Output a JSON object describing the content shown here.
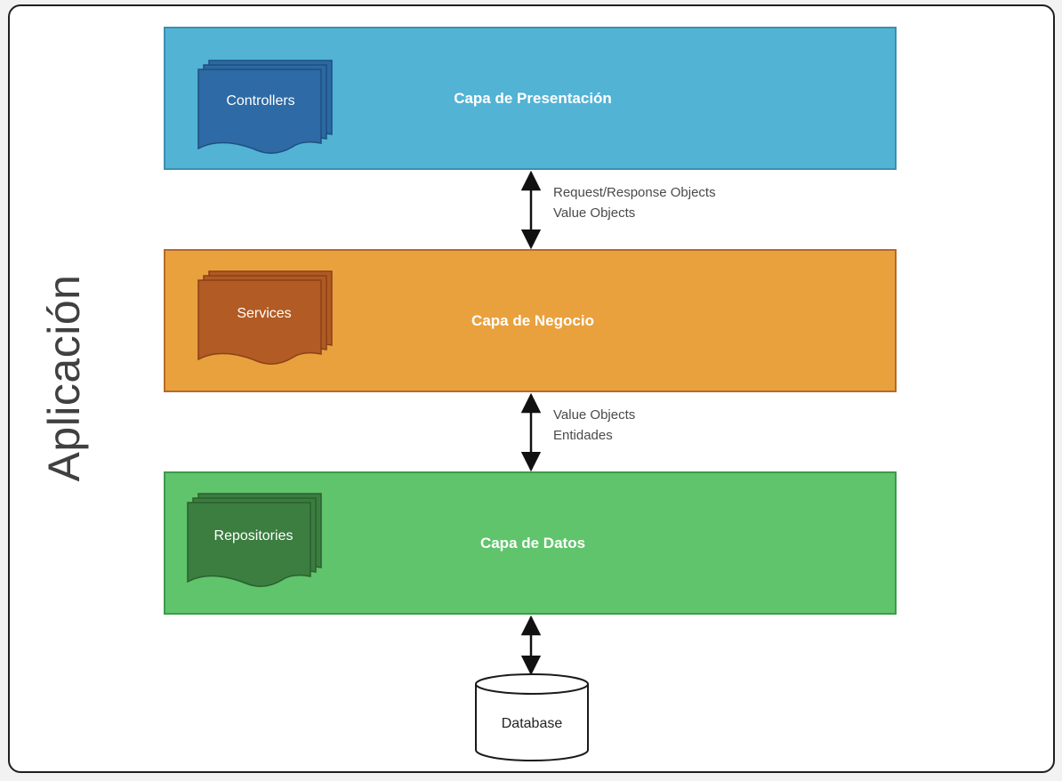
{
  "app_label": "Aplicación",
  "layers": {
    "presentation": {
      "title": "Capa de Presentación",
      "component": "Controllers"
    },
    "business": {
      "title": "Capa de Negocio",
      "component": "Services"
    },
    "data": {
      "title": "Capa de Datos",
      "component": "Repositories"
    }
  },
  "connections": {
    "presentation_business": [
      "Request/Response Objects",
      "Value Objects"
    ],
    "business_data": [
      "Value Objects",
      "Entidades"
    ]
  },
  "database": {
    "label": "Database"
  },
  "colors": {
    "presentation_fill": "#52b3d5",
    "presentation_doc": "#2b69a3",
    "business_fill": "#e9a13d",
    "business_doc": "#b05a23",
    "data_fill": "#5fc46b",
    "data_doc": "#3a7d3f"
  }
}
